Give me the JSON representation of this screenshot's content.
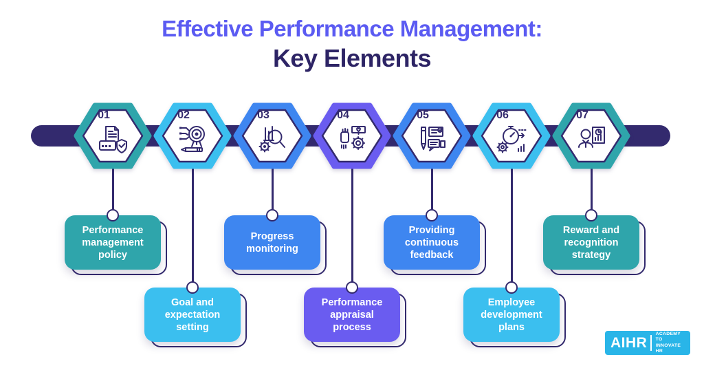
{
  "title": {
    "line1": "Effective Performance Management:",
    "line2": "Key Elements"
  },
  "items": [
    {
      "number": "01",
      "label": "Performance management policy",
      "color": "teal",
      "row": "top",
      "icon": "policy-document-icon"
    },
    {
      "number": "02",
      "label": "Goal and expectation setting",
      "color": "cyan",
      "row": "bottom",
      "icon": "goal-target-icon"
    },
    {
      "number": "03",
      "label": "Progress monitoring",
      "color": "blue",
      "row": "top",
      "icon": "progress-monitoring-icon"
    },
    {
      "number": "04",
      "label": "Performance appraisal process",
      "color": "purple",
      "row": "bottom",
      "icon": "appraisal-hand-gear-icon"
    },
    {
      "number": "05",
      "label": "Providing continuous feedback",
      "color": "blue",
      "row": "top",
      "icon": "feedback-pen-icon"
    },
    {
      "number": "06",
      "label": "Employee development plans",
      "color": "cyan",
      "row": "bottom",
      "icon": "development-stopwatch-icon"
    },
    {
      "number": "07",
      "label": "Reward and recognition strategy",
      "color": "teal",
      "row": "top",
      "icon": "reward-presenter-icon"
    }
  ],
  "palette": {
    "teal": "#2FA5AB",
    "cyan": "#3BBFEF",
    "blue": "#3E86F0",
    "purple": "#6A5CF0",
    "indigo": "#332A6E",
    "title_violet": "#5B5BF2",
    "title_navy": "#2D2465",
    "logo_blue": "#29B5E8",
    "box_text": "#FFFFFF"
  },
  "logo": {
    "name": "AIHR",
    "tagline_line1": "ACADEMY TO",
    "tagline_line2": "INNOVATE HR"
  }
}
